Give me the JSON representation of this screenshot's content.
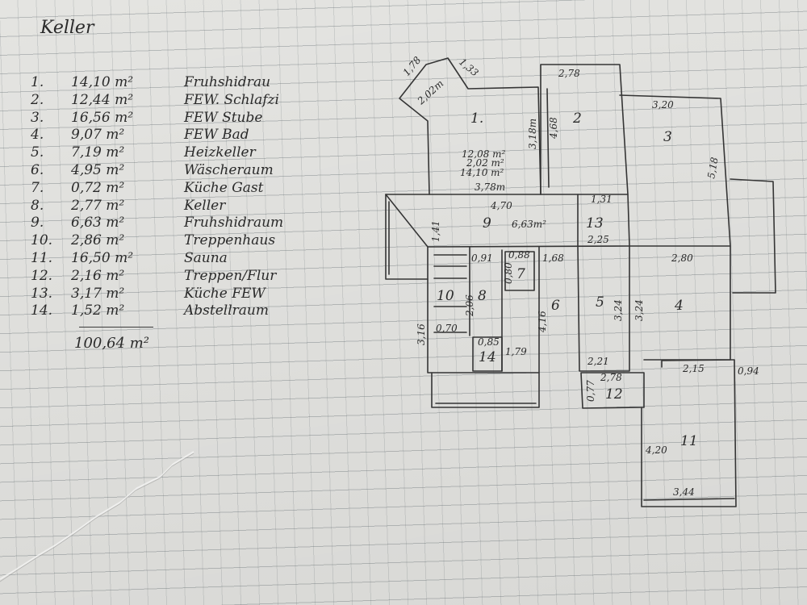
{
  "title": "Keller",
  "rooms": [
    {
      "num": "1.",
      "area": "14,10 m²",
      "name": "Fruhshidrau"
    },
    {
      "num": "2.",
      "area": "12,44 m²",
      "name": "FEW. Schlafzi"
    },
    {
      "num": "3.",
      "area": "16,56 m²",
      "name": "FEW Stube"
    },
    {
      "num": "4.",
      "area": "9,07 m²",
      "name": "FEW Bad"
    },
    {
      "num": "5.",
      "area": "7,19 m²",
      "name": "Heizkeller"
    },
    {
      "num": "6.",
      "area": "4,95 m²",
      "name": "Wäscheraum"
    },
    {
      "num": "7.",
      "area": "0,72 m²",
      "name": "Küche Gast"
    },
    {
      "num": "8.",
      "area": "2,77 m²",
      "name": "Keller"
    },
    {
      "num": "9.",
      "area": "6,63 m²",
      "name": "Fruhshidraum"
    },
    {
      "num": "10.",
      "area": "2,86 m²",
      "name": "Treppenhaus"
    },
    {
      "num": "11.",
      "area": "16,50 m²",
      "name": "Sauna"
    },
    {
      "num": "12.",
      "area": "2,16 m²",
      "name": "Treppen/Flur"
    },
    {
      "num": "13.",
      "area": "3,17 m²",
      "name": "Küche FEW"
    },
    {
      "num": "14.",
      "area": "1,52 m²",
      "name": "Abstellraum"
    }
  ],
  "total": "100,64 m²",
  "plan": {
    "room_numbers": [
      "1.",
      "2",
      "3",
      "4",
      "5",
      "6",
      "7",
      "8",
      "9",
      "10",
      "11",
      "12",
      "13",
      "14"
    ],
    "dimensions": {
      "d_178": "1,78",
      "d_133": "1,33",
      "d_202": "2,02m",
      "d_278_top": "2,78",
      "d_320": "3,20",
      "d_318": "3,18m",
      "d_468": "4,68",
      "d_518": "5,18",
      "calc_1": "12,08 m²",
      "calc_2": "2,02 m²",
      "calc_3": "14,10 m²",
      "d_378": "3,78m",
      "d_470": "4,70",
      "d_663": "6,63m²",
      "d_131": "1,31",
      "d_225": "2,25",
      "d_141": "1,41",
      "d_280": "2,80",
      "d_091": "0,91",
      "d_088": "0,88",
      "d_168": "1,68",
      "d_080": "0,80",
      "d_324": "3,24",
      "d_324b": "3,24",
      "d_316": "3,16",
      "d_070": "0,70",
      "d_085": "0,85",
      "d_179": "1,79",
      "d_221": "2,21",
      "d_278b": "2,78",
      "d_215": "2,15",
      "d_094": "0,94",
      "d_077": "0,77",
      "d_420": "4,20",
      "d_344": "3,44",
      "d_416": "4,16",
      "d_206": "2,06"
    }
  }
}
